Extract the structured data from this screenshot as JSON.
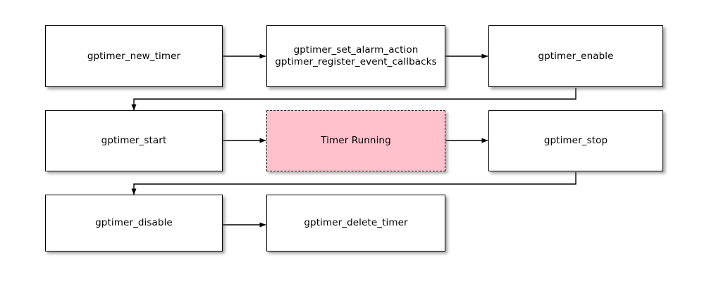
{
  "diagram": {
    "type": "flowchart",
    "title": "",
    "background_color": "#ffffff",
    "node_fill_color": "#ffffff",
    "node_border_color": "#000000",
    "state_fill_color": "#ffc2cd",
    "state_border_color": "#111111",
    "edge_color": "#000000",
    "nodes": [
      {
        "id": "gptimer_new_timer",
        "label": "gptimer_new_timer",
        "row": 1,
        "shape": "rectangle",
        "style": "solid"
      },
      {
        "id": "gptimer_set_alarm_action",
        "label": "gptimer_set_alarm_action\ngptimer_register_event_callbacks",
        "row": 1,
        "shape": "rectangle",
        "style": "solid"
      },
      {
        "id": "gptimer_enable",
        "label": "gptimer_enable",
        "row": 1,
        "shape": "rectangle",
        "style": "solid"
      },
      {
        "id": "gptimer_start",
        "label": "gptimer_start",
        "row": 2,
        "shape": "rectangle",
        "style": "solid"
      },
      {
        "id": "timer_running",
        "label": "Timer Running",
        "row": 2,
        "shape": "rectangle",
        "style": "dashed"
      },
      {
        "id": "gptimer_stop",
        "label": "gptimer_stop",
        "row": 2,
        "shape": "rectangle",
        "style": "solid"
      },
      {
        "id": "gptimer_disable",
        "label": "gptimer_disable",
        "row": 3,
        "shape": "rectangle",
        "style": "solid"
      },
      {
        "id": "gptimer_delete_timer",
        "label": "gptimer_delete_timer",
        "row": 3,
        "shape": "rectangle",
        "style": "solid"
      }
    ],
    "edges": [
      {
        "from": "gptimer_new_timer",
        "to": "gptimer_set_alarm_action",
        "kind": "straight",
        "label": ""
      },
      {
        "from": "gptimer_set_alarm_action",
        "to": "gptimer_enable",
        "kind": "straight",
        "label": ""
      },
      {
        "from": "gptimer_enable",
        "to": "gptimer_start",
        "kind": "elbow",
        "label": ""
      },
      {
        "from": "gptimer_start",
        "to": "timer_running",
        "kind": "straight",
        "label": ""
      },
      {
        "from": "timer_running",
        "to": "gptimer_stop",
        "kind": "straight",
        "label": ""
      },
      {
        "from": "gptimer_stop",
        "to": "gptimer_disable",
        "kind": "elbow",
        "label": ""
      },
      {
        "from": "gptimer_disable",
        "to": "gptimer_delete_timer",
        "kind": "straight",
        "label": ""
      }
    ]
  }
}
